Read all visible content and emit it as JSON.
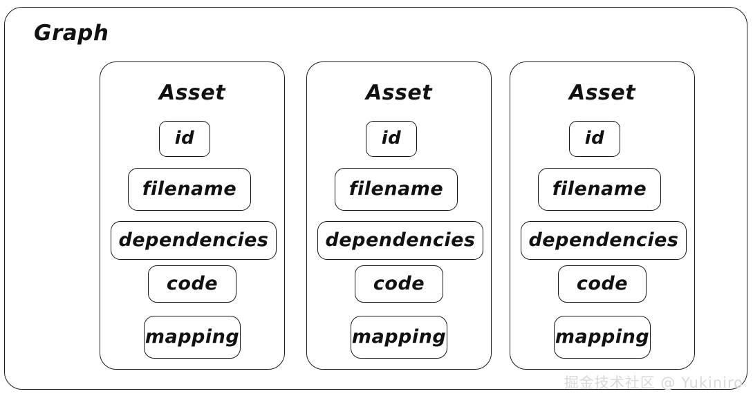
{
  "diagram": {
    "title": "Graph",
    "background_color": "#ffffff",
    "stroke_color": "#1a1a1a",
    "style": "hand-drawn",
    "cards": [
      {
        "title": "Asset",
        "fields": [
          {
            "label": "id"
          },
          {
            "label": "filename"
          },
          {
            "label": "dependencies"
          },
          {
            "label": "code"
          },
          {
            "label": "mapping"
          }
        ]
      },
      {
        "title": "Asset",
        "fields": [
          {
            "label": "id"
          },
          {
            "label": "filename"
          },
          {
            "label": "dependencies"
          },
          {
            "label": "code"
          },
          {
            "label": "mapping"
          }
        ]
      },
      {
        "title": "Asset",
        "fields": [
          {
            "label": "id"
          },
          {
            "label": "filename"
          },
          {
            "label": "dependencies"
          },
          {
            "label": "code"
          },
          {
            "label": "mapping"
          }
        ]
      }
    ]
  },
  "watermark": {
    "text": "掘金技术社区 @ Yukiniro",
    "color": "#d8d8d8"
  }
}
